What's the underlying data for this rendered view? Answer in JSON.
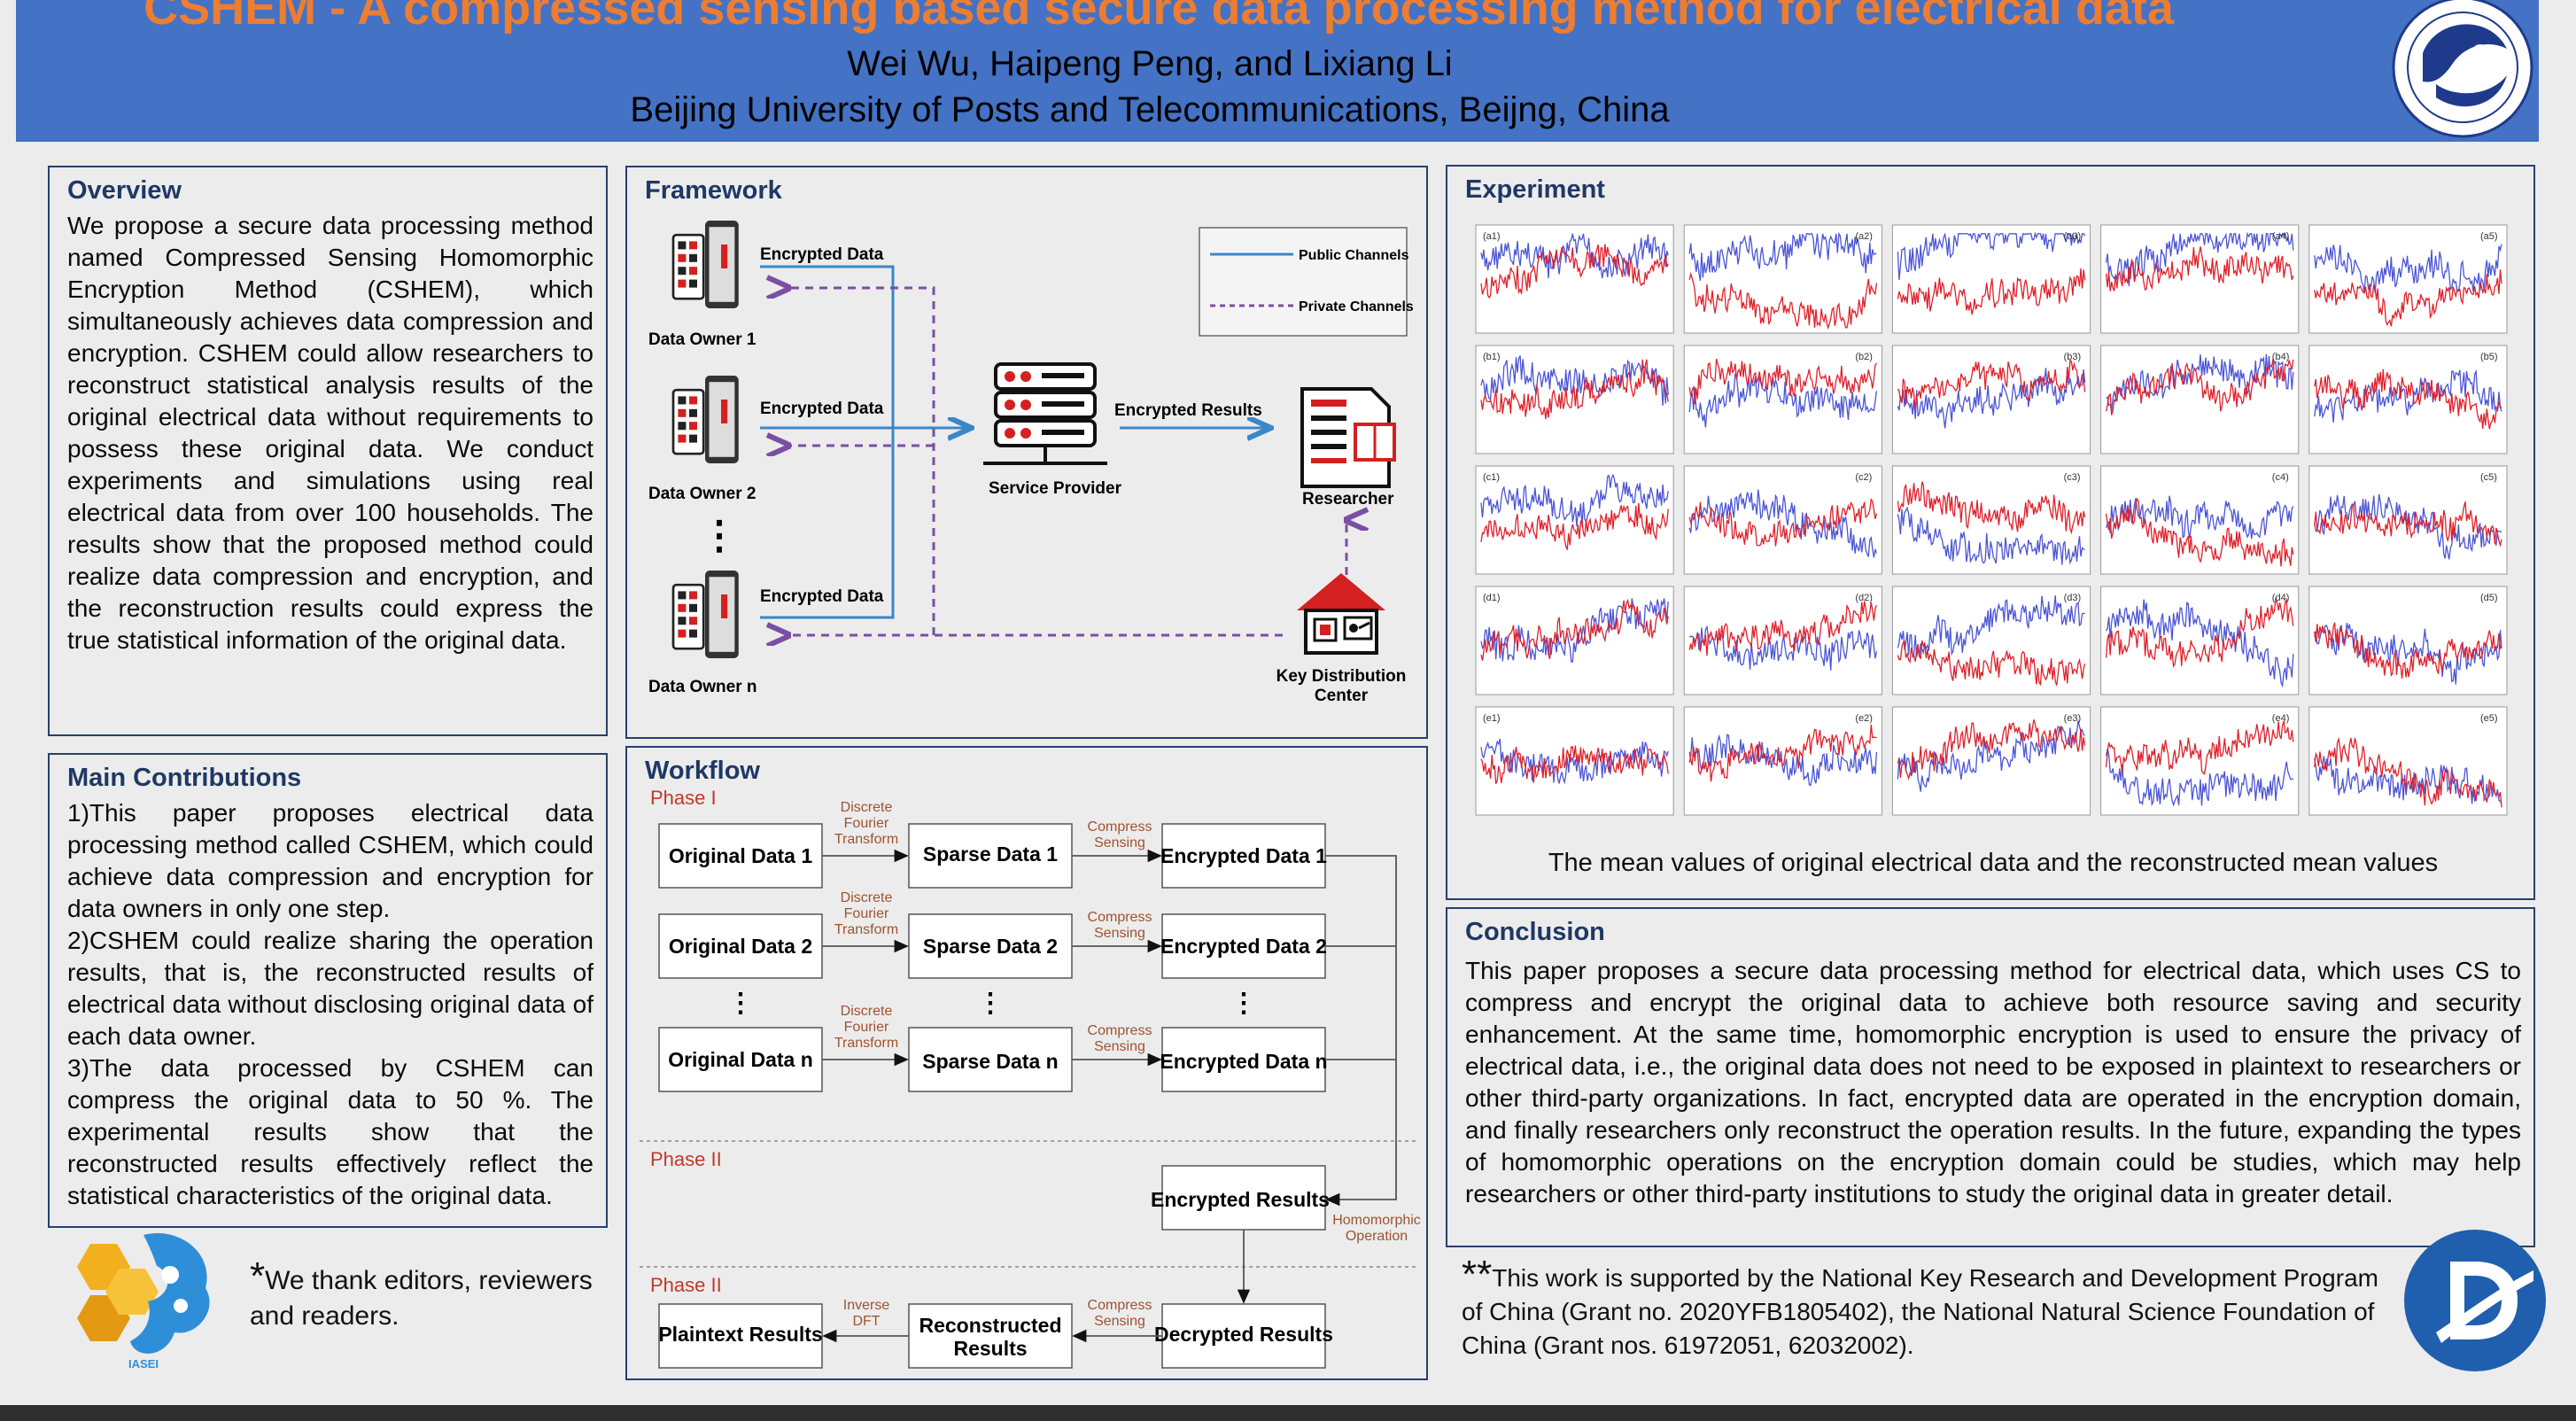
{
  "header": {
    "title": "CSHEM - A compressed sensing based secure data processing method for electrical data",
    "authors": "Wei Wu, Haipeng Peng, and Lixiang Li",
    "affiliation": "Beijing University of Posts and Telecommunications, Beijng, China"
  },
  "overview": {
    "heading": "Overview",
    "text": "We propose a secure data processing method named Compressed Sensing Homomorphic Encryption Method (CSHEM), which simultaneously achieves data compression and encryption. CSHEM could allow researchers to reconstruct statistical analysis results of the original electrical data without requirements to possess these original data. We conduct experiments and simulations using real electrical data from over 100 households. The results show that the proposed method could realize data compression and encryption, and the reconstruction results could express the true statistical information of the original data."
  },
  "contributions": {
    "heading": "Main Contributions",
    "items": [
      "1)This paper proposes electrical data processing method called CSHEM, which could achieve data compression and encryption for data owners in only one step.",
      "2)CSHEM could realize sharing the operation results, that is, the reconstructed results of electrical data without disclosing original data of each data owner.",
      "3)The data processed by CSHEM can compress the original data to 50 %. The experimental results show that the reconstructed results effectively reflect the statistical characteristics of the original data."
    ]
  },
  "framework": {
    "heading": "Framework",
    "owner1": "Data Owner 1",
    "owner2": "Data Owner 2",
    "ownern": "Data Owner n",
    "encrypted_data": "Encrypted Data",
    "encrypted_results": "Encrypted Results",
    "service_provider": "Service Provider",
    "researcher": "Researcher",
    "kdc_line1": "Key Distribution",
    "kdc_line2": "Center",
    "legend_public": "Public Channels",
    "legend_private": "Private Channels",
    "dots": "⋮"
  },
  "workflow": {
    "heading": "Workflow",
    "phase1": "Phase I",
    "phase2a": "Phase II",
    "phase2b": "Phase II",
    "orig1": "Original Data 1",
    "orig2": "Original Data 2",
    "orign": "Original Data n",
    "sparse1": "Sparse Data  1",
    "sparse2": "Sparse Data  2",
    "sparsen": "Sparse Data  n",
    "enc1": "Encrypted Data 1",
    "enc2": "Encrypted Data 2",
    "encn": "Encrypted Data n",
    "dft1": "Discrete",
    "dft2": "Fourier",
    "dft3": "Transform",
    "cs1": "Compress",
    "cs2": "Sensing",
    "enc_results": "Encrypted Results",
    "homo1": "Homomorphic",
    "homo2": "Operation",
    "plaintext": "Plaintext Results",
    "recon1": "Reconstructed",
    "recon2": "Results",
    "decrypted": "Decrypted Results",
    "inv1": "Inverse",
    "inv2": "DFT",
    "dots": "⋮"
  },
  "experiment": {
    "heading": "Experiment",
    "caption": "The mean values of original electrical data and the reconstructed mean values",
    "panel_labels": [
      "(a1)",
      "(a2)",
      "(a3)",
      "(a4)",
      "(a5)",
      "(b1)",
      "(b2)",
      "(b3)",
      "(b4)",
      "(b5)",
      "(c1)",
      "(c2)",
      "(c3)",
      "(c4)",
      "(c5)",
      "(d1)",
      "(d2)",
      "(d3)",
      "(d4)",
      "(d5)",
      "(e1)",
      "(e2)",
      "(e3)",
      "(e4)",
      "(e5)"
    ],
    "colors": {
      "original": "#4b55d6",
      "reconstructed": "#e0202a"
    }
  },
  "conclusion": {
    "heading": "Conclusion",
    "text": "This paper proposes a secure data processing method for electrical data, which uses CS to compress and encrypt the original data to achieve both resource saving and security enhancement. At the same time, homomorphic encryption is used to ensure the privacy of electrical data, i.e., the original data does not need to be exposed in plaintext to researchers or other third-party organizations. In fact, encrypted data are operated in the encryption domain, and finally researchers only reconstruct the operation results. In the future, expanding the types of homomorphic operations on the encryption domain could be studies, which may help researchers or other third-party institutions to study the original data in greater detail."
  },
  "footer": {
    "thanks_star": "*",
    "thanks": "We thank editors, reviewers and readers.",
    "funding_star": "**",
    "funding": "This work is supported by the National Key Research and Development Program of China (Grant no. 2020YFB1805402), the National Natural Science Foundation of China (Grant nos. 61972051, 62032002).",
    "iasei_label": "IASEI"
  }
}
